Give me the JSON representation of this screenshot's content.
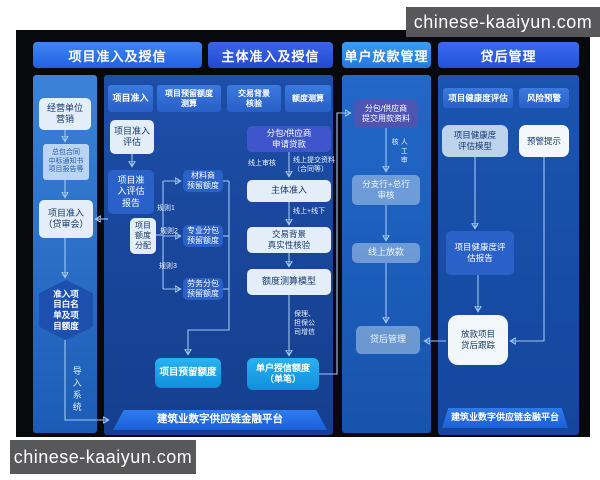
{
  "watermarks": {
    "top_right": "chinese-kaaiyun.com",
    "bottom_left": "chinese-kaaiyun.com"
  },
  "columns": [
    {
      "header": "项目准入及授信"
    },
    {
      "header": "主体准入及授信"
    },
    {
      "header": "单户放款管理"
    },
    {
      "header": "贷后管理"
    }
  ],
  "panel_project_entry": {
    "marketing_box": "经营单位\n营销",
    "contract_note": "总包合同\n中标通知书\n项目报告等",
    "review_box": "项目准入\n（贷审会）",
    "whitelist_hexagon": "准入项\n目白名\n单及项\n目额度",
    "import_label": "导入系统"
  },
  "panel_platform": {
    "tabs": [
      "项目准入",
      "项目预留额度\n测算",
      "交易背景\n核验",
      "额度测算"
    ],
    "entry_eval_box": "项目准入\n评估",
    "entry_eval_report_box": "项目准\n入评估\n报告",
    "quota_alloc_box": "项目\n额度\n分配",
    "rules": [
      "规则1",
      "规则2",
      "规则3"
    ],
    "material_quota_box": "材料商\n预留额度",
    "professional_quota_box": "专业分包\n预留额度",
    "labor_quota_box": "劳务分包\n预留额度",
    "project_quota_box": "项目预留额度",
    "apply_loan_box": "分包/供应商\n申请贷款",
    "online_review_label": "线上审核",
    "online_submit_label": "线上提交资料\n（合同等）",
    "subject_entry_box": "主体准入",
    "online_offline_label": "线上+线下",
    "trade_bg_box": "交易背景\n真实性核验",
    "quota_model_box": "额度测算模型",
    "guarantee_label": "保理、\n担保公\n司增信",
    "single_credit_box": "单户授信额度\n（单笔）",
    "platform_bar": "建筑业数字供应链金融平台"
  },
  "panel_loan": {
    "submit_box": "分包/供应商\n提交用款资料",
    "manual_review_label": "人工审核",
    "branch_review_box": "分支行+总行\n审核",
    "online_loan_box": "线上放款",
    "post_loan_box": "贷后管理"
  },
  "panel_post_loan": {
    "tabs": [
      "项目健康度评估",
      "风险预警"
    ],
    "health_model_box": "项目健康度\n评估模型",
    "warning_box": "预警提示",
    "health_report_box": "项目健康度评\n估报告",
    "tracking_box": "放款项目\n贷后跟踪",
    "platform_bar": "建筑业数字供应链金融平台"
  },
  "colors": {
    "canvas_bg": "#08090d",
    "watermark_bg": "#58585b",
    "header_blue": "#2a62e0",
    "panel_blue": "#1a4aa0",
    "highlight_cyan": "#17a3e8",
    "box_blue": "#2a61c8",
    "box_light": "#e4eef8",
    "box_purple": "#4e54b2",
    "connector_blue": "#9ec7f0"
  }
}
